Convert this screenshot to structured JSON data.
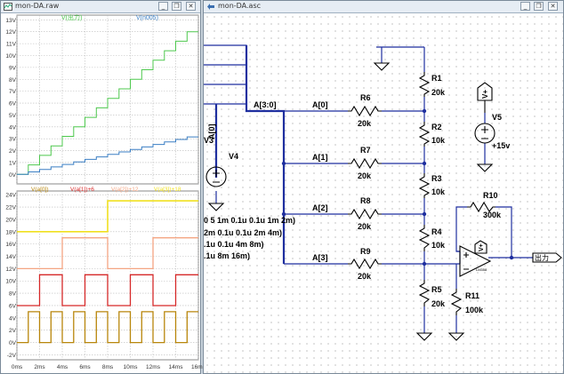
{
  "waveform_window": {
    "title": "mon-DA.raw",
    "top_pane": {
      "traces": [
        {
          "name": "V(出力)",
          "color": "#4ec84e"
        },
        {
          "name": "V(n005)",
          "color": "#3b7fc4"
        }
      ],
      "y_ticks": [
        "13V",
        "12V",
        "11V",
        "10V",
        "9V",
        "8V",
        "7V",
        "6V",
        "5V",
        "4V",
        "3V",
        "2V",
        "1V",
        "0V"
      ],
      "y_range": [
        -0.8,
        13.4
      ],
      "output_steps": [
        0,
        0.8,
        1.6,
        2.4,
        3.2,
        4.0,
        4.8,
        5.6,
        6.4,
        7.2,
        8.0,
        8.8,
        9.6,
        10.4,
        11.2,
        12.0
      ],
      "n005_steps": [
        0,
        0.21,
        0.42,
        0.63,
        0.84,
        1.05,
        1.26,
        1.47,
        1.68,
        1.89,
        2.1,
        2.31,
        2.52,
        2.73,
        2.94,
        3.15
      ]
    },
    "bottom_pane": {
      "traces": [
        {
          "name": "V(a[0])",
          "color": "#b8860b"
        },
        {
          "name": "V(a[1])+6",
          "color": "#d62828"
        },
        {
          "name": "V(a[2])+12",
          "color": "#f4a582"
        },
        {
          "name": "V(a[3])+18",
          "color": "#f0e020"
        }
      ],
      "y_ticks": [
        "24V",
        "22V",
        "20V",
        "18V",
        "16V",
        "14V",
        "12V",
        "10V",
        "8V",
        "6V",
        "4V",
        "2V",
        "0V",
        "-2V"
      ],
      "y_range": [
        -2.8,
        24.6
      ],
      "levels": {
        "a0": [
          0,
          5
        ],
        "a1": [
          6,
          11
        ],
        "a2": [
          12,
          17
        ],
        "a3": [
          18,
          23
        ]
      }
    },
    "x_ticks": [
      "0ms",
      "2ms",
      "4ms",
      "6ms",
      "8ms",
      "10ms",
      "12ms",
      "14ms",
      "16ms"
    ],
    "x_range_ms": [
      0,
      16
    ]
  },
  "schematic_window": {
    "title": "mon-DA.asc",
    "bus_label": "A[3:0]",
    "bus_vlabel": "A[0]",
    "nets": [
      "A[0]",
      "A[1]",
      "A[2]",
      "A[3]"
    ],
    "series_resistors": [
      {
        "name": "R6",
        "value": "20k"
      },
      {
        "name": "R7",
        "value": "20k"
      },
      {
        "name": "R8",
        "value": "20k"
      },
      {
        "name": "R9",
        "value": "20k"
      }
    ],
    "ladder_resistors": [
      {
        "name": "R1",
        "value": "20k"
      },
      {
        "name": "R2",
        "value": "10k"
      },
      {
        "name": "R3",
        "value": "10k"
      },
      {
        "name": "R4",
        "value": "10k"
      },
      {
        "name": "R5",
        "value": "20k"
      }
    ],
    "feedback_resistor": {
      "name": "R10",
      "value": "300k"
    },
    "bias_resistor": {
      "name": "R11",
      "value": "100k"
    },
    "source_v4": {
      "name": "V4",
      "partial_name": "V3"
    },
    "source_v5": {
      "name": "V5",
      "value": "+15v"
    },
    "vplus_label": "V+",
    "pulse_specs": [
      "0 5 1m 0.1u 0.1u 1m 2m)",
      "2m 0.1u 0.1u 2m 4m)",
      ".1u 0.1u 4m 8m)",
      ".1u 8m 16m)"
    ],
    "opamp_part": "LM358",
    "output_label": "出力"
  },
  "window_buttons": {
    "minimize": "_",
    "restore": "❐",
    "close": "✕"
  }
}
